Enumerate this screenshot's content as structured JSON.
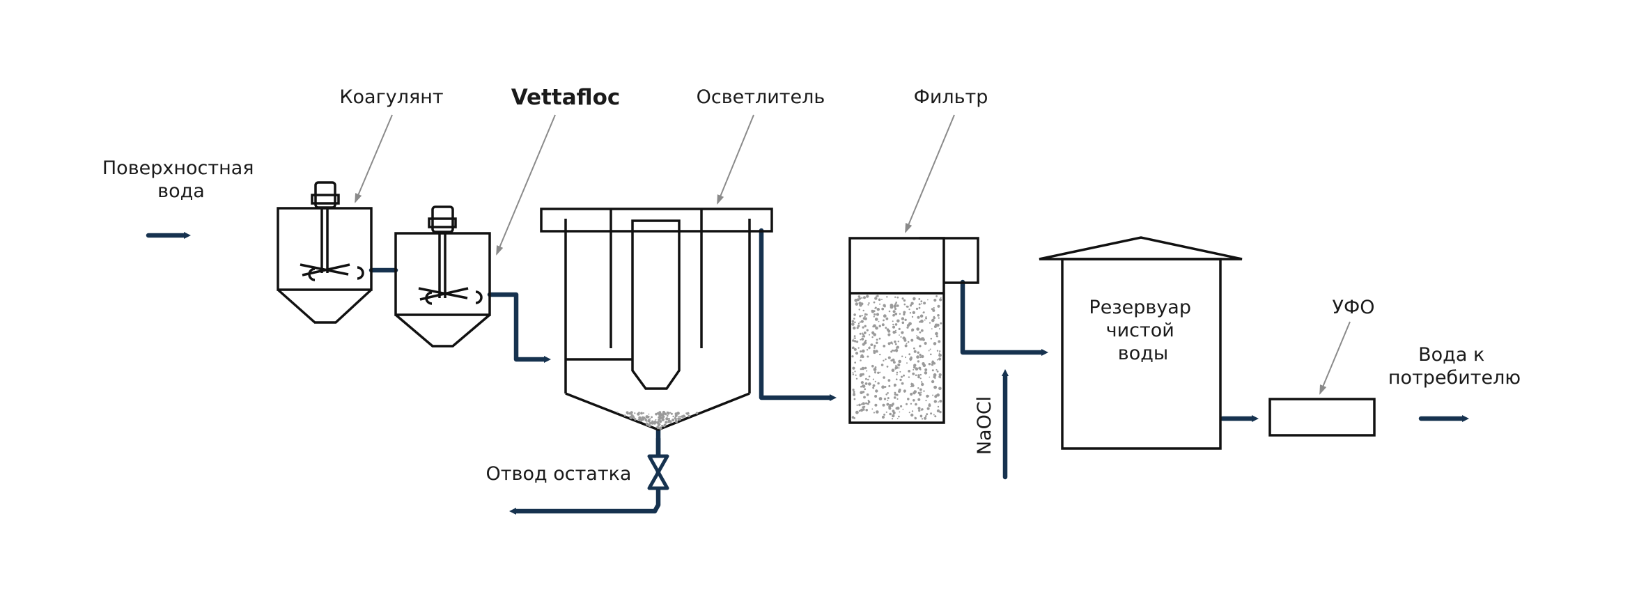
{
  "labels": {
    "surface_water": [
      "Поверхностная",
      "вода"
    ],
    "coagulant": "Коагулянт",
    "vettafloc": "Vettafloc",
    "clarifier": "Осветлитель",
    "filter": "Фильтр",
    "reservoir": [
      "Резервуар",
      "чистой",
      "воды"
    ],
    "ufo": "УФО",
    "to_consumer": [
      "Вода к",
      "потребителю"
    ],
    "sludge_outlet": "Отвод остатка",
    "naocl": "NaOCl"
  },
  "colors": {
    "pipe": "#16324f",
    "equipment": "#111111",
    "leader": "#8a8a8a",
    "media": "#9a9a9a"
  }
}
